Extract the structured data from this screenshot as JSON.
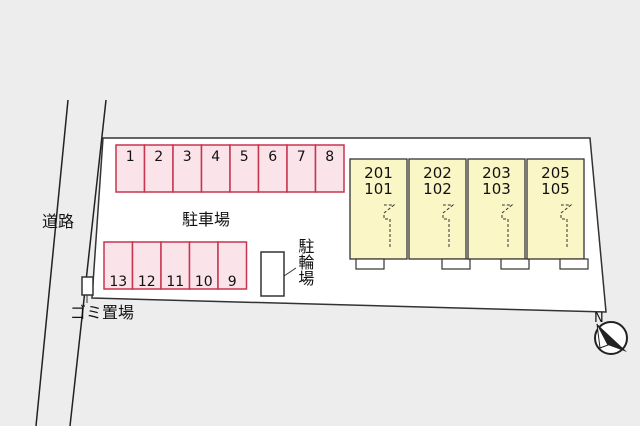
{
  "labels": {
    "road": "道路",
    "parking": "駐車場",
    "bicycle": "駐輪場",
    "garbage": "ゴミ置場",
    "north": "N"
  },
  "parking_row_top": [
    "1",
    "2",
    "3",
    "4",
    "5",
    "6",
    "7",
    "8"
  ],
  "parking_row_bottom": [
    "13",
    "12",
    "11",
    "10",
    "9"
  ],
  "units": [
    {
      "upper": "201",
      "lower": "101"
    },
    {
      "upper": "202",
      "lower": "102"
    },
    {
      "upper": "203",
      "lower": "103"
    },
    {
      "upper": "205",
      "lower": "105"
    }
  ],
  "colors": {
    "background": "#ededed",
    "lot": "#ffffff",
    "parking_fill": "#fbe3ea",
    "parking_stroke": "#c8354f",
    "unit_fill": "#fbf6c6",
    "outline": "#333333"
  }
}
